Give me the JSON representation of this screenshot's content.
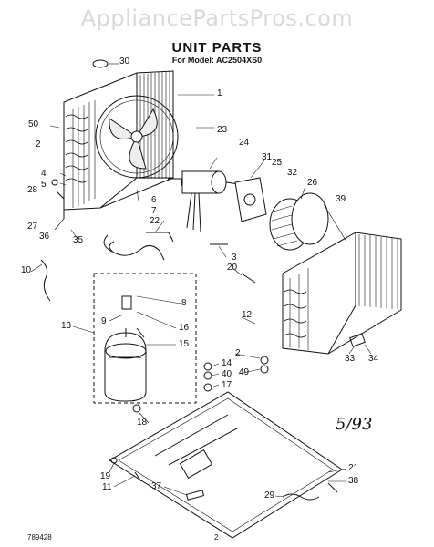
{
  "watermark": "AppliancePartsPros.com",
  "title": "UNIT PARTS",
  "subtitle": "For Model: AC2504XS0",
  "handwritten_date": "5/93",
  "footer": {
    "left_code": "789428",
    "page_number": "2"
  },
  "callouts": [
    {
      "id": "c30",
      "label": "30"
    },
    {
      "id": "c1",
      "label": "1"
    },
    {
      "id": "c50",
      "label": "50"
    },
    {
      "id": "c23",
      "label": "23"
    },
    {
      "id": "c2a",
      "label": "2"
    },
    {
      "id": "c24",
      "label": "24"
    },
    {
      "id": "c31",
      "label": "31"
    },
    {
      "id": "c25",
      "label": "25"
    },
    {
      "id": "c4",
      "label": "4"
    },
    {
      "id": "c32",
      "label": "32"
    },
    {
      "id": "c5",
      "label": "5"
    },
    {
      "id": "c26",
      "label": "26"
    },
    {
      "id": "c28",
      "label": "28"
    },
    {
      "id": "c39",
      "label": "39"
    },
    {
      "id": "c6",
      "label": "6"
    },
    {
      "id": "c7",
      "label": "7"
    },
    {
      "id": "c27",
      "label": "27"
    },
    {
      "id": "c36",
      "label": "36"
    },
    {
      "id": "c22",
      "label": "22"
    },
    {
      "id": "c35",
      "label": "35"
    },
    {
      "id": "c3",
      "label": "3"
    },
    {
      "id": "c10",
      "label": "10"
    },
    {
      "id": "c20",
      "label": "20"
    },
    {
      "id": "c8",
      "label": "8"
    },
    {
      "id": "c12",
      "label": "12"
    },
    {
      "id": "c9",
      "label": "9"
    },
    {
      "id": "c16",
      "label": "16"
    },
    {
      "id": "c13",
      "label": "13"
    },
    {
      "id": "c15",
      "label": "15"
    },
    {
      "id": "c2b",
      "label": "2"
    },
    {
      "id": "c14",
      "label": "14"
    },
    {
      "id": "c40",
      "label": "40"
    },
    {
      "id": "c49",
      "label": "49"
    },
    {
      "id": "c33",
      "label": "33"
    },
    {
      "id": "c34",
      "label": "34"
    },
    {
      "id": "c17",
      "label": "17"
    },
    {
      "id": "c18",
      "label": "18"
    },
    {
      "id": "c21",
      "label": "21"
    },
    {
      "id": "c19",
      "label": "19"
    },
    {
      "id": "c38",
      "label": "38"
    },
    {
      "id": "c11",
      "label": "11"
    },
    {
      "id": "c37",
      "label": "37"
    },
    {
      "id": "c29",
      "label": "29"
    }
  ]
}
